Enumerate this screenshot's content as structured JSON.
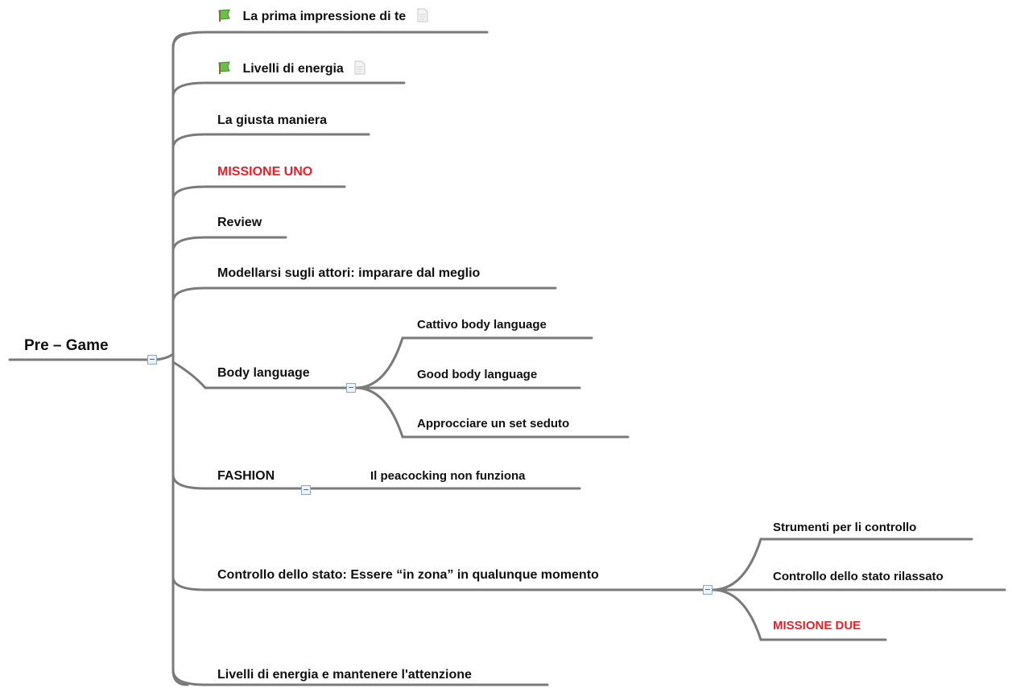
{
  "root": {
    "label": "Pre – Game"
  },
  "topics": [
    {
      "label": "La prima impressione di te",
      "flag_icon": "green-flag-icon",
      "note_icon": "note-icon"
    },
    {
      "label": "Livelli di energia",
      "flag_icon": "green-flag-icon",
      "note_icon": "note-icon"
    },
    {
      "label": "La giusta maniera"
    },
    {
      "label": "MISSIONE UNO",
      "color": "#e8202a"
    },
    {
      "label": "Review"
    },
    {
      "label": "Modellarsi sugli attori: imparare dal meglio"
    },
    {
      "label": "Body language",
      "children": [
        "Cattivo body language",
        "Good body language",
        "Approcciare un set seduto"
      ]
    },
    {
      "label": "FASHION",
      "children": [
        "Il peacocking non funziona"
      ]
    },
    {
      "label": "Controllo dello stato: Essere “in zona” in qualunque momento",
      "children": [
        "Strumenti per li controllo",
        "Controllo dello stato rilassato",
        "MISSIONE DUE"
      ],
      "child_colors": {
        "MISSIONE DUE": "#e8202a"
      }
    },
    {
      "label": "Livelli di energia e mantenere l'attenzione"
    }
  ],
  "colors": {
    "line": "#7a7a7a",
    "highlight": "#e8202a"
  }
}
